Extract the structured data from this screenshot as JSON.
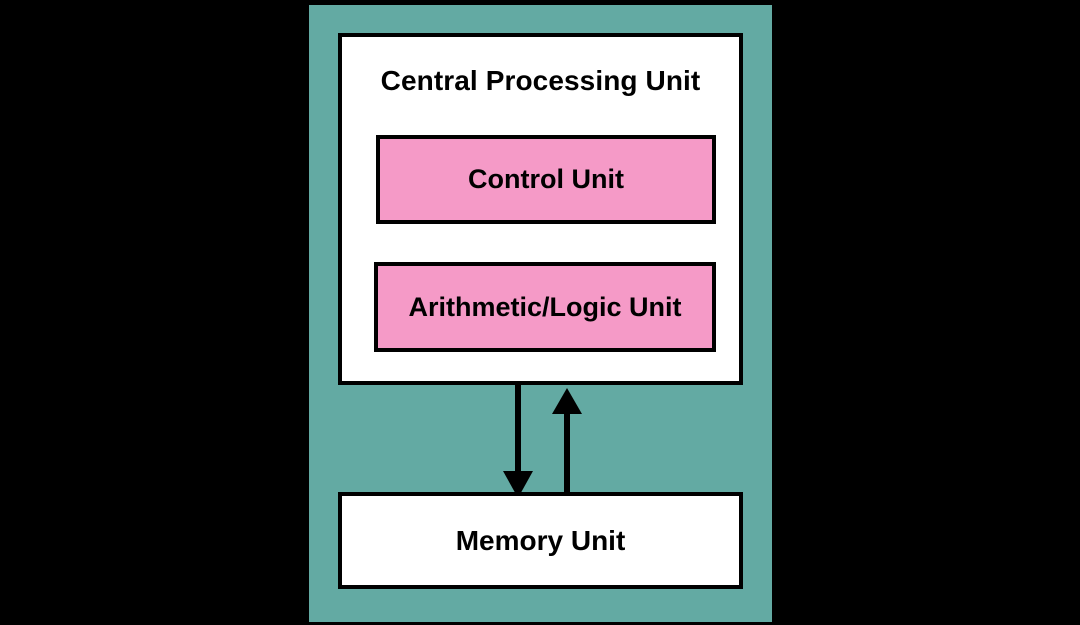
{
  "diagram": {
    "title_semantic": "von-neumann-computer-architecture",
    "background_color": "#000000",
    "panel": {
      "name": "computer-system-panel",
      "fill_color": "#63AAA3"
    },
    "cpu": {
      "label": "Central Processing Unit",
      "fill_color": "#FFFFFF",
      "border_color": "#000000",
      "units": [
        {
          "id": "control-unit",
          "label": "Control Unit",
          "fill_color": "#F59AC7"
        },
        {
          "id": "arithmetic-logic-unit",
          "label": "Arithmetic/Logic Unit",
          "fill_color": "#F59AC7"
        }
      ]
    },
    "memory": {
      "label": "Memory Unit",
      "fill_color": "#FFFFFF",
      "border_color": "#000000"
    },
    "connections": [
      {
        "id": "cpu-to-memory",
        "from": "Central Processing Unit",
        "to": "Memory Unit",
        "direction": "down",
        "color": "#000000"
      },
      {
        "id": "memory-to-cpu",
        "from": "Memory Unit",
        "to": "Central Processing Unit",
        "direction": "up",
        "color": "#000000"
      }
    ]
  }
}
